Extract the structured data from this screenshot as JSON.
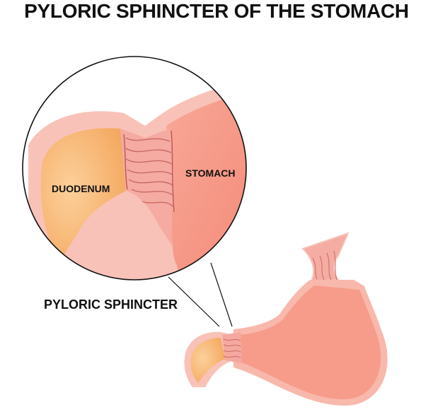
{
  "title": "PYLORIC SPHINCTER OF THE STOMACH",
  "labels": {
    "duodenum": "DUODENUM",
    "stomach": "STOMACH",
    "pyloric_sphincter": "PYLORIC SPHINCTER"
  },
  "colors": {
    "outer_wall": "#f8b8ad",
    "stomach_inner": "#f79a88",
    "duodenum_fill": "#f9c384",
    "sphincter_fill": "#f4a8a0",
    "outline": "#111111"
  }
}
